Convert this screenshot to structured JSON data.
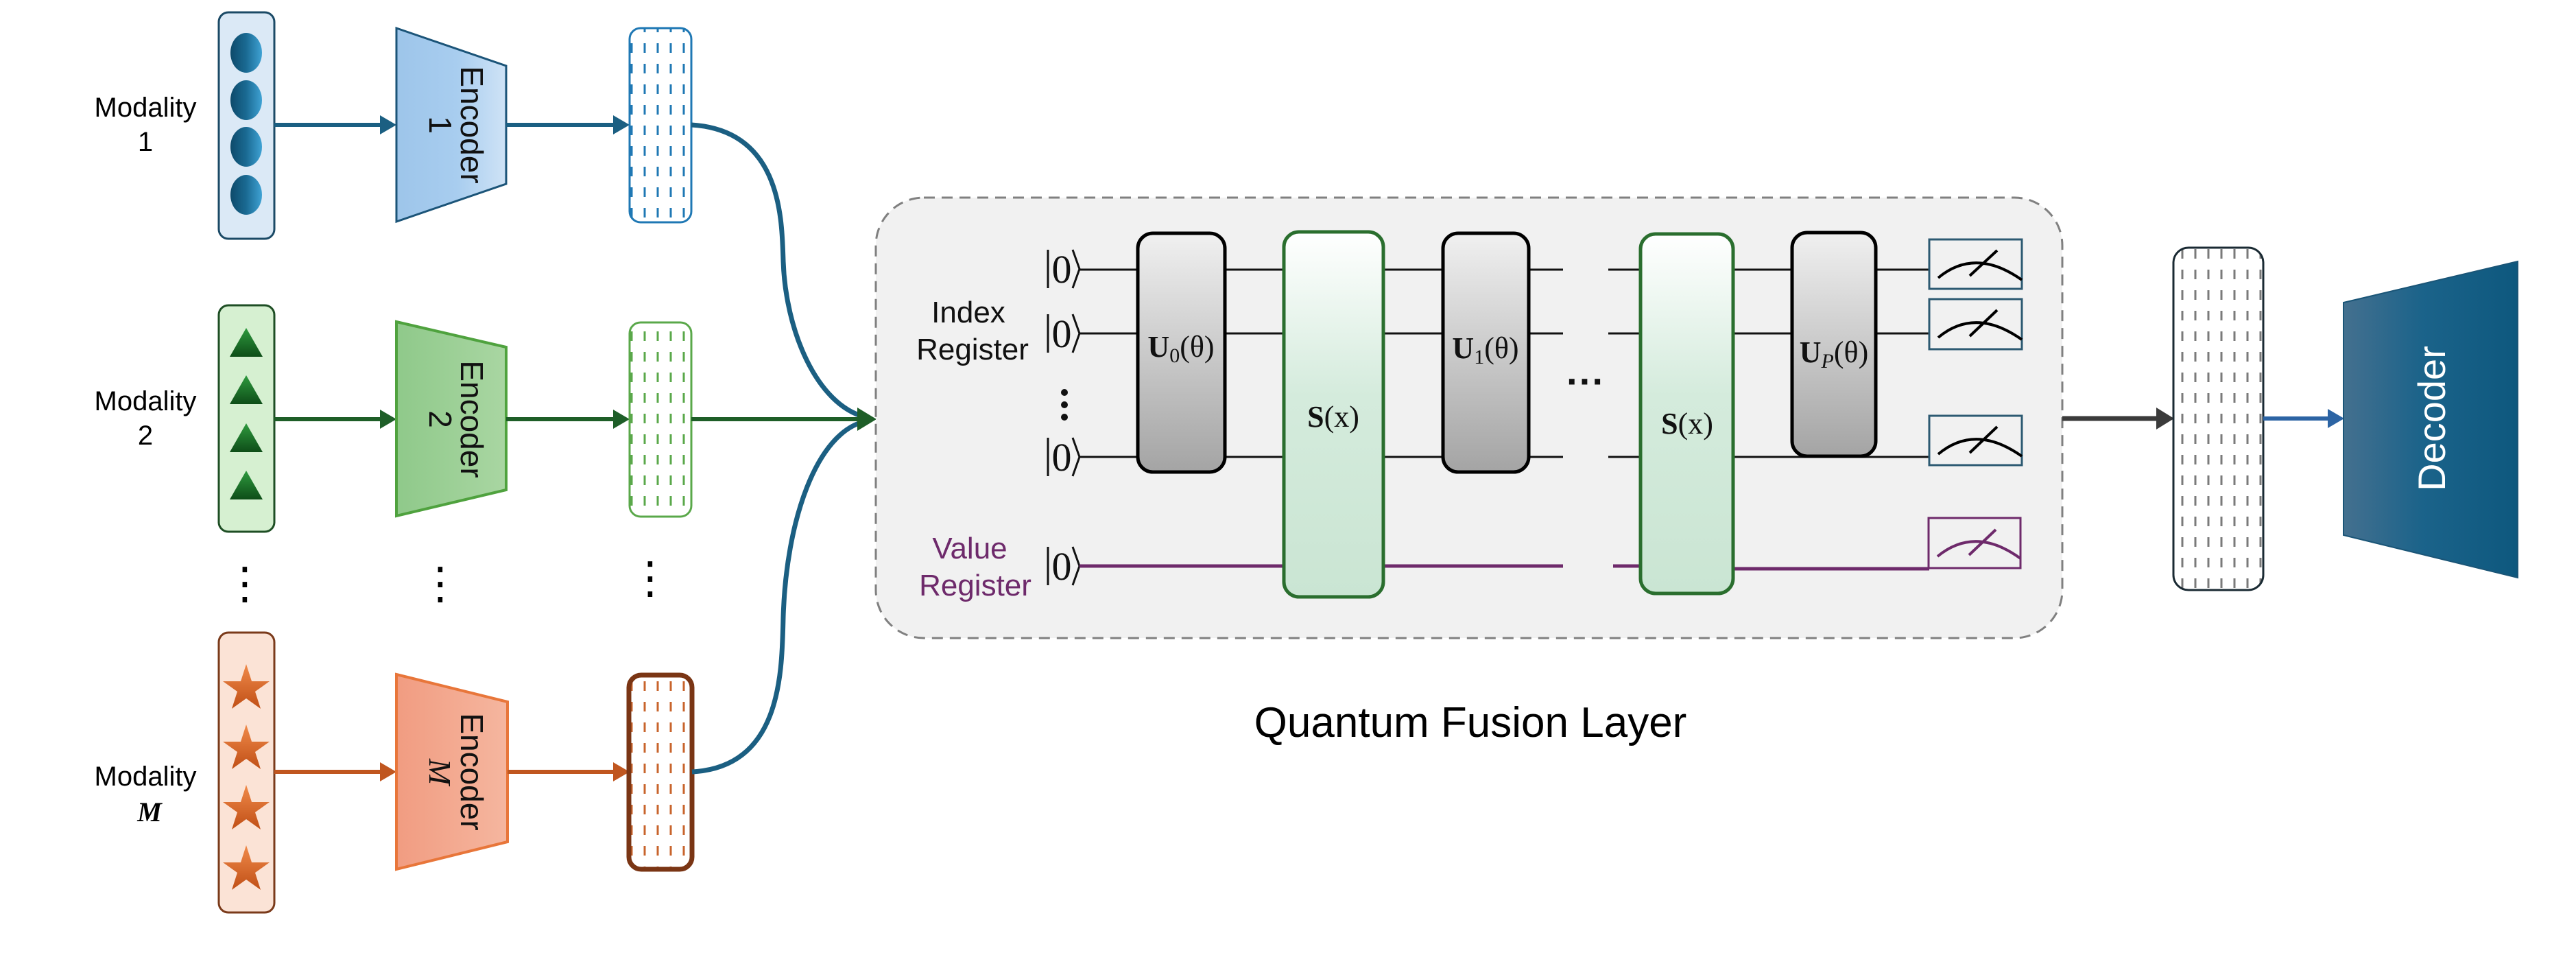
{
  "diagram": {
    "title": "Quantum Fusion Layer",
    "colors": {
      "modality_1": "#1b5f82",
      "modality_2": "#1e5e28",
      "modality_M": "#c0561f",
      "value_register": "#6e2a6b",
      "gate_S_border": "#2a6e2e",
      "decoder": "#145e85",
      "output_arrow": "#3b3b3b",
      "fusion_box_bg": "#f1f1f1"
    },
    "modalities": [
      {
        "label_line1": "Modality",
        "label_line2": "1",
        "encoder_label": "Encoder",
        "encoder_index": "1",
        "element_shape": "circle"
      },
      {
        "label_line1": "Modality",
        "label_line2": "2",
        "encoder_label": "Encoder",
        "encoder_index": "2",
        "element_shape": "triangle"
      },
      {
        "label_line1": "Modality",
        "label_line2": "M",
        "encoder_label": "Encoder",
        "encoder_index": "M",
        "element_shape": "star"
      }
    ],
    "vertical_ellipsis": "⋮",
    "circuit": {
      "index_register_label_line1": "Index",
      "index_register_label_line2": "Register",
      "value_register_label_line1": "Value",
      "value_register_label_line2": "Register",
      "ket": "|0⟩",
      "ket_inner": "0",
      "horizontal_ellipsis": "···",
      "gates": [
        {
          "id": "U0",
          "base": "U",
          "sub": "0",
          "arg": "(θ)",
          "type": "unitary"
        },
        {
          "id": "S1",
          "base": "S",
          "sub": "",
          "arg": "(x)",
          "type": "encoding"
        },
        {
          "id": "U1",
          "base": "U",
          "sub": "1",
          "arg": "(θ)",
          "type": "unitary"
        },
        {
          "id": "S2",
          "base": "S",
          "sub": "",
          "arg": "(x)",
          "type": "encoding"
        },
        {
          "id": "UP",
          "base": "U",
          "sub": "P",
          "arg": "(θ)",
          "type": "unitary"
        }
      ],
      "measurements": 4
    },
    "decoder_label": "Decoder"
  }
}
